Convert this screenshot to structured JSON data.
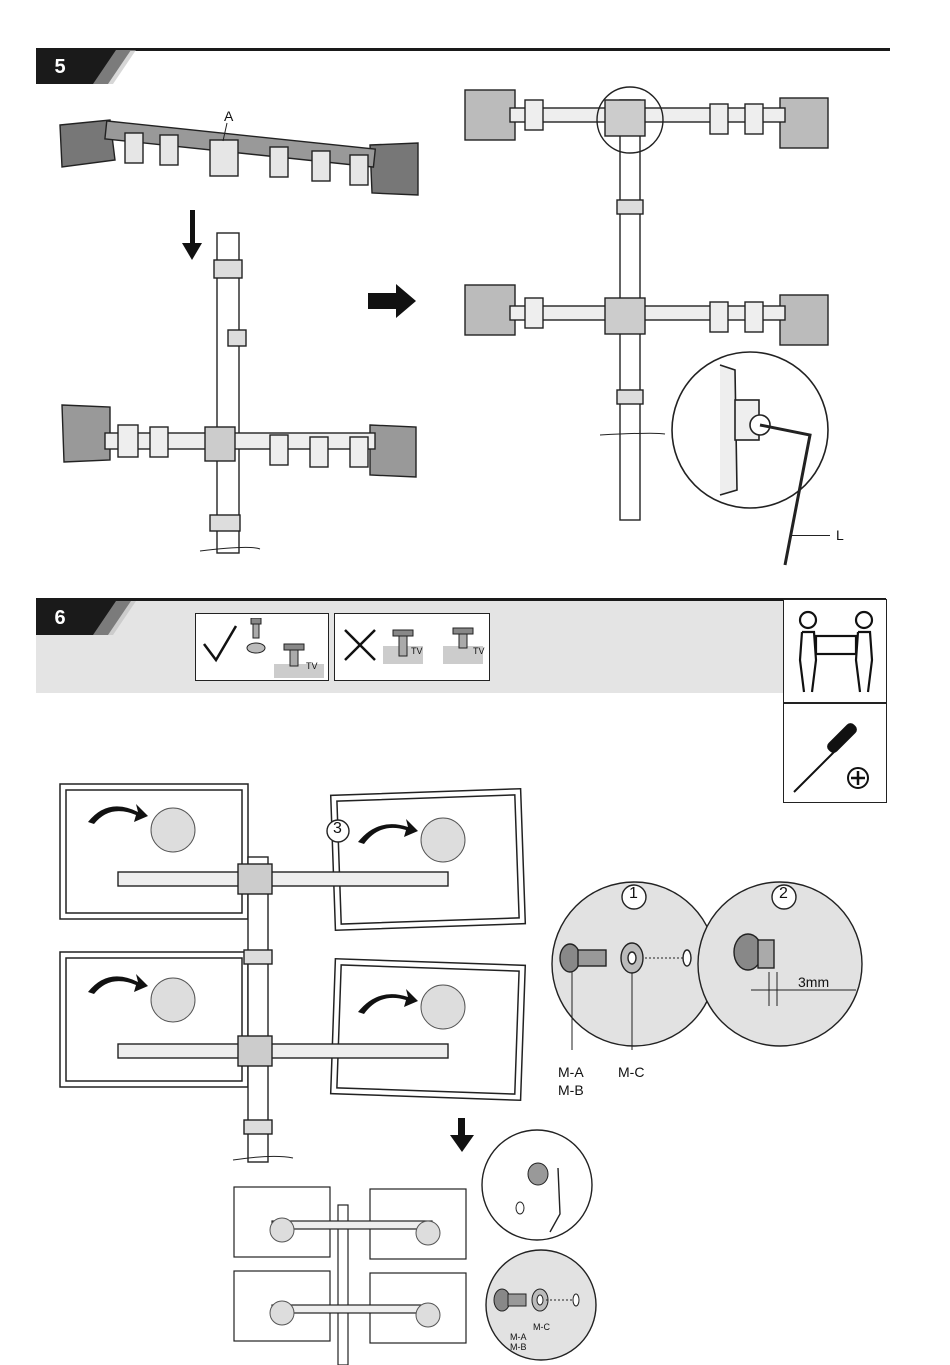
{
  "step5": {
    "number": "5",
    "label_a": "A",
    "label_l": "L"
  },
  "step6": {
    "number": "6",
    "badge_tv_correct": "TV",
    "badge_tv_wrong_1": "TV",
    "badge_tv_wrong_2": "TV",
    "callout_1": "1",
    "callout_2": "2",
    "callout_3": "3",
    "gap_label": "3mm",
    "label_ma_mb_line1": "M-A",
    "label_ma_mb_line2": "M-B",
    "label_mc": "M-C",
    "small_label_ma": "M-A",
    "small_label_mb": "M-B",
    "small_label_mc": "M-C"
  },
  "icons": {
    "two_person": "two-person-lift-icon",
    "screwdriver": "phillips-screwdriver-icon",
    "check": "check-icon",
    "cross": "cross-icon",
    "arrow_down": "arrow-down-icon",
    "arrow_right": "arrow-right-icon"
  }
}
